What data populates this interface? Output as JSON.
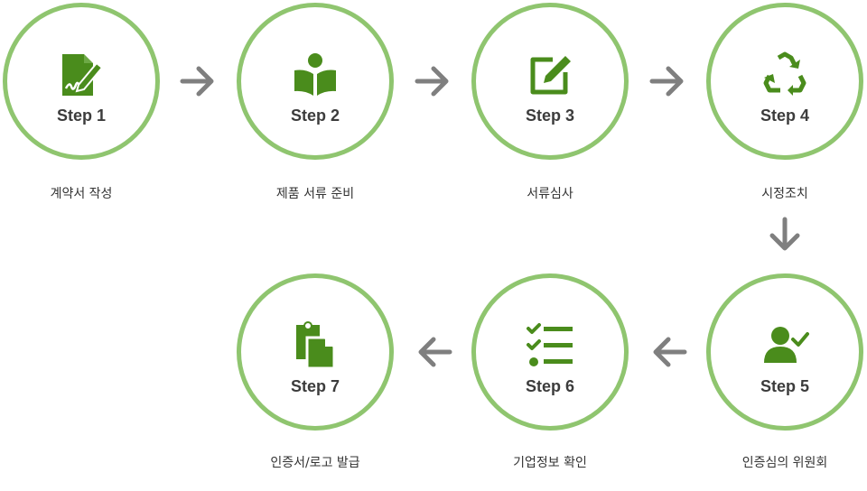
{
  "colors": {
    "ring": "#8fc56f",
    "icon": "#4a8c1c",
    "arrow": "#7f7f7f"
  },
  "steps": [
    {
      "title": "Step 1",
      "label": "계약서 작성",
      "icon": "contract-sign-icon"
    },
    {
      "title": "Step 2",
      "label": "제품 서류 준비",
      "icon": "reading-person-icon"
    },
    {
      "title": "Step 3",
      "label": "서류심사",
      "icon": "edit-document-icon"
    },
    {
      "title": "Step 4",
      "label": "시정조치",
      "icon": "recycle-icon"
    },
    {
      "title": "Step 5",
      "label": "인증심의 위원회",
      "icon": "user-check-icon"
    },
    {
      "title": "Step 6",
      "label": "기업정보 확인",
      "icon": "checklist-icon"
    },
    {
      "title": "Step 7",
      "label": "인증서/로고 발급",
      "icon": "clipboard-documents-icon"
    }
  ]
}
